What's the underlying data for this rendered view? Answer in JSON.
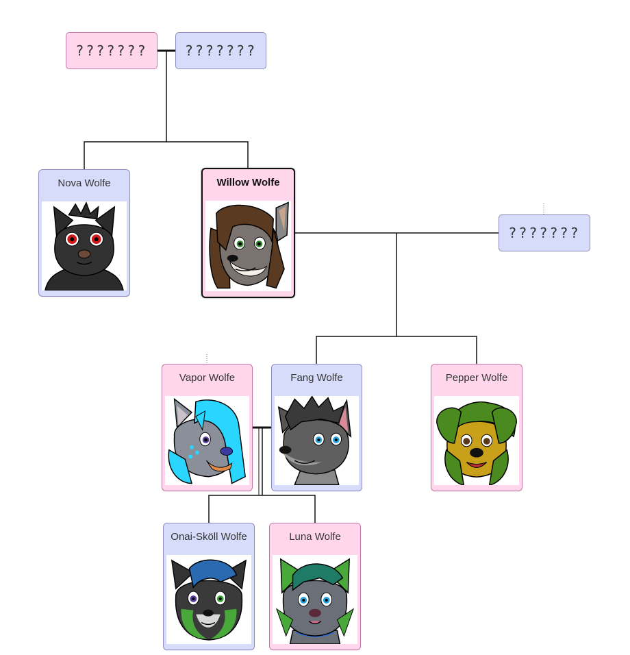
{
  "colors": {
    "female_bg": "#ffd6ec",
    "male_bg": "#d6dcfa",
    "line": "#111111"
  },
  "unknown_label": "???????",
  "people": {
    "grandmother": {
      "name": "???????"
    },
    "grandfather": {
      "name": "???????"
    },
    "willow_partner": {
      "name": "???????"
    },
    "nova": {
      "name": "Nova Wolfe",
      "portrait": "black-wolf-portrait"
    },
    "willow": {
      "name": "Willow Wolfe",
      "portrait": "brown-haired-wolf-portrait"
    },
    "vapor": {
      "name": "Vapor Wolfe",
      "portrait": "cyan-haired-wolf-portrait"
    },
    "fang": {
      "name": "Fang Wolfe",
      "portrait": "gray-spiky-wolf-portrait"
    },
    "pepper": {
      "name": "Pepper Wolfe",
      "portrait": "green-yellow-dog-portrait"
    },
    "onai": {
      "name": "Onai-Sköll Wolfe",
      "portrait": "blue-haired-wolf-portrait"
    },
    "luna": {
      "name": "Luna Wolfe",
      "portrait": "green-haired-wolf-portrait"
    }
  }
}
